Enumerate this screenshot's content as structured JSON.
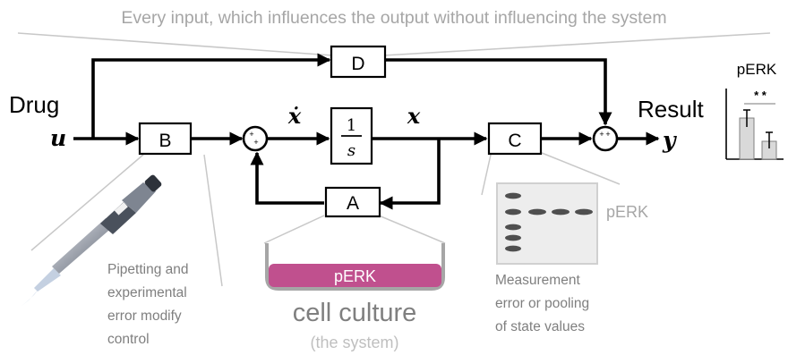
{
  "header": {
    "caption": "Every input, which influences the output without influencing the system"
  },
  "input": {
    "label": "Drug",
    "symbol": "u"
  },
  "output": {
    "label": "Result",
    "symbol": "y"
  },
  "blocks": {
    "b": "B",
    "d": "D",
    "a": "A",
    "c": "C",
    "integrator_num": "1",
    "integrator_den": "s"
  },
  "signals": {
    "x_dot": "ẋ",
    "x": "x"
  },
  "sum_signs": {
    "plus": "+"
  },
  "pipette_note": [
    "Pipetting and",
    "experimental",
    "error modify",
    "control"
  ],
  "culture": {
    "label": "pERK",
    "title": "cell culture",
    "subtitle": "(the system)"
  },
  "blot": {
    "label": "pERK"
  },
  "measurement_note": [
    "Measurement",
    "error or pooling",
    "of state values"
  ],
  "result_chart": {
    "title": "pERK",
    "significance": "* *"
  },
  "colors": {
    "line": "#000000",
    "gray": "#b7b7b7",
    "text_gray": "#7f7f7f",
    "culture": "#c0508e",
    "culture_text": "#ffffff"
  }
}
